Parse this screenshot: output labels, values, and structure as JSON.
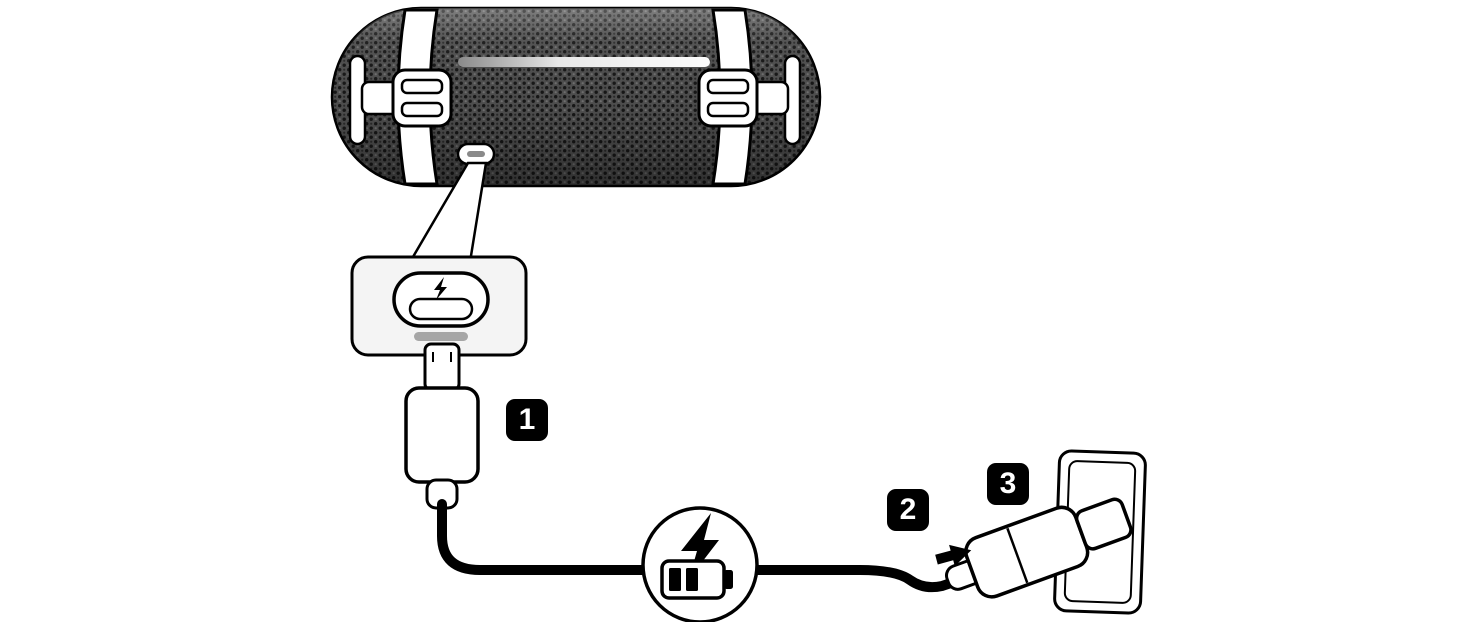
{
  "figure": {
    "type": "instructional-diagram",
    "subject": "portable-speaker-charging",
    "background": "#ffffff",
    "steps": [
      {
        "number": "1",
        "name": "usb-c-plug-into-speaker-port"
      },
      {
        "number": "2",
        "name": "cable-to-power-adapter"
      },
      {
        "number": "3",
        "name": "power-adapter-into-wall-outlet"
      }
    ],
    "icons": [
      {
        "name": "usb-c-charging-port-icon"
      },
      {
        "name": "lightning-bolt-icon"
      },
      {
        "name": "charging-battery-icon"
      },
      {
        "name": "insertion-arrow-icon"
      }
    ],
    "colors": {
      "line": "#000000",
      "callout_fill": "#f4f4f4",
      "port_bar": "#a6a6a6",
      "badge_bg": "#000000",
      "badge_text": "#ffffff",
      "mesh_base": "#4d4d4d",
      "mesh_dot": "#161616"
    }
  }
}
